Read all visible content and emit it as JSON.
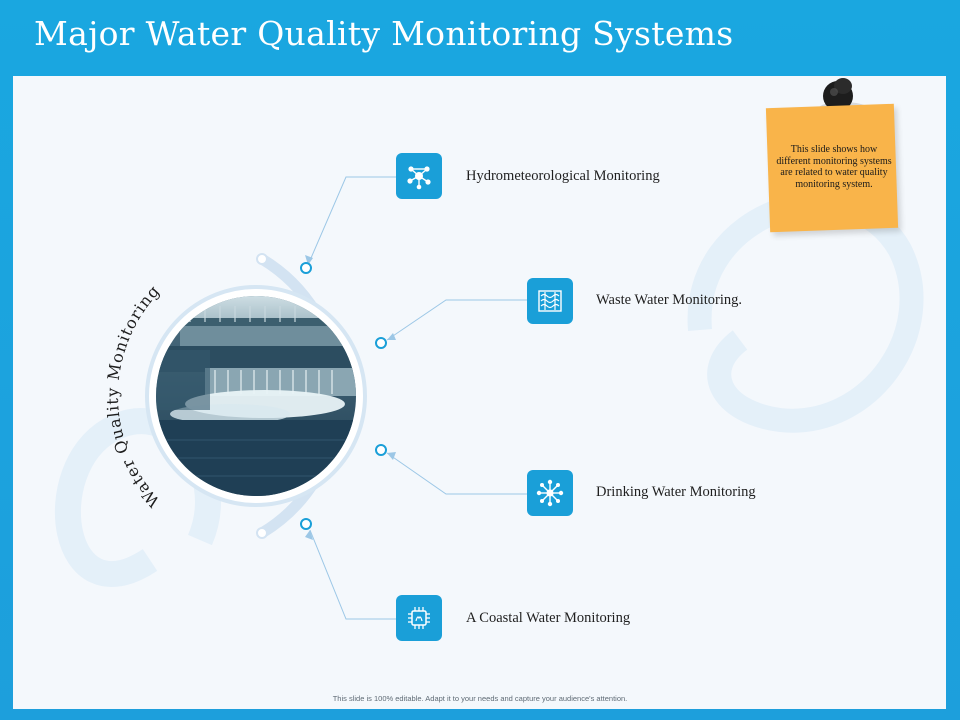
{
  "slide": {
    "title": "Major Water Quality Monitoring Systems",
    "center_label": "Water Quality Monitoring",
    "photo_caption_icon": "water-treatment-photo",
    "items": [
      {
        "label": "Hydrometeorological Monitoring",
        "icon": "network-nodes-icon"
      },
      {
        "label": "Waste Water Monitoring.",
        "icon": "wave-grid-icon"
      },
      {
        "label": "Drinking Water Monitoring",
        "icon": "molecule-cluster-icon"
      },
      {
        "label": "A Coastal Water Monitoring",
        "icon": "circuit-chip-icon"
      }
    ],
    "note": {
      "text": "This slide shows how different monitoring systems are related to water quality monitoring system."
    },
    "footer": "This slide is 100% editable. Adapt it to your needs and capture your audience's attention."
  },
  "colors": {
    "accent": "#1a9fd8",
    "header": "#1aa7e0",
    "note": "#f9b44a",
    "arc": "#cfe1f1"
  }
}
